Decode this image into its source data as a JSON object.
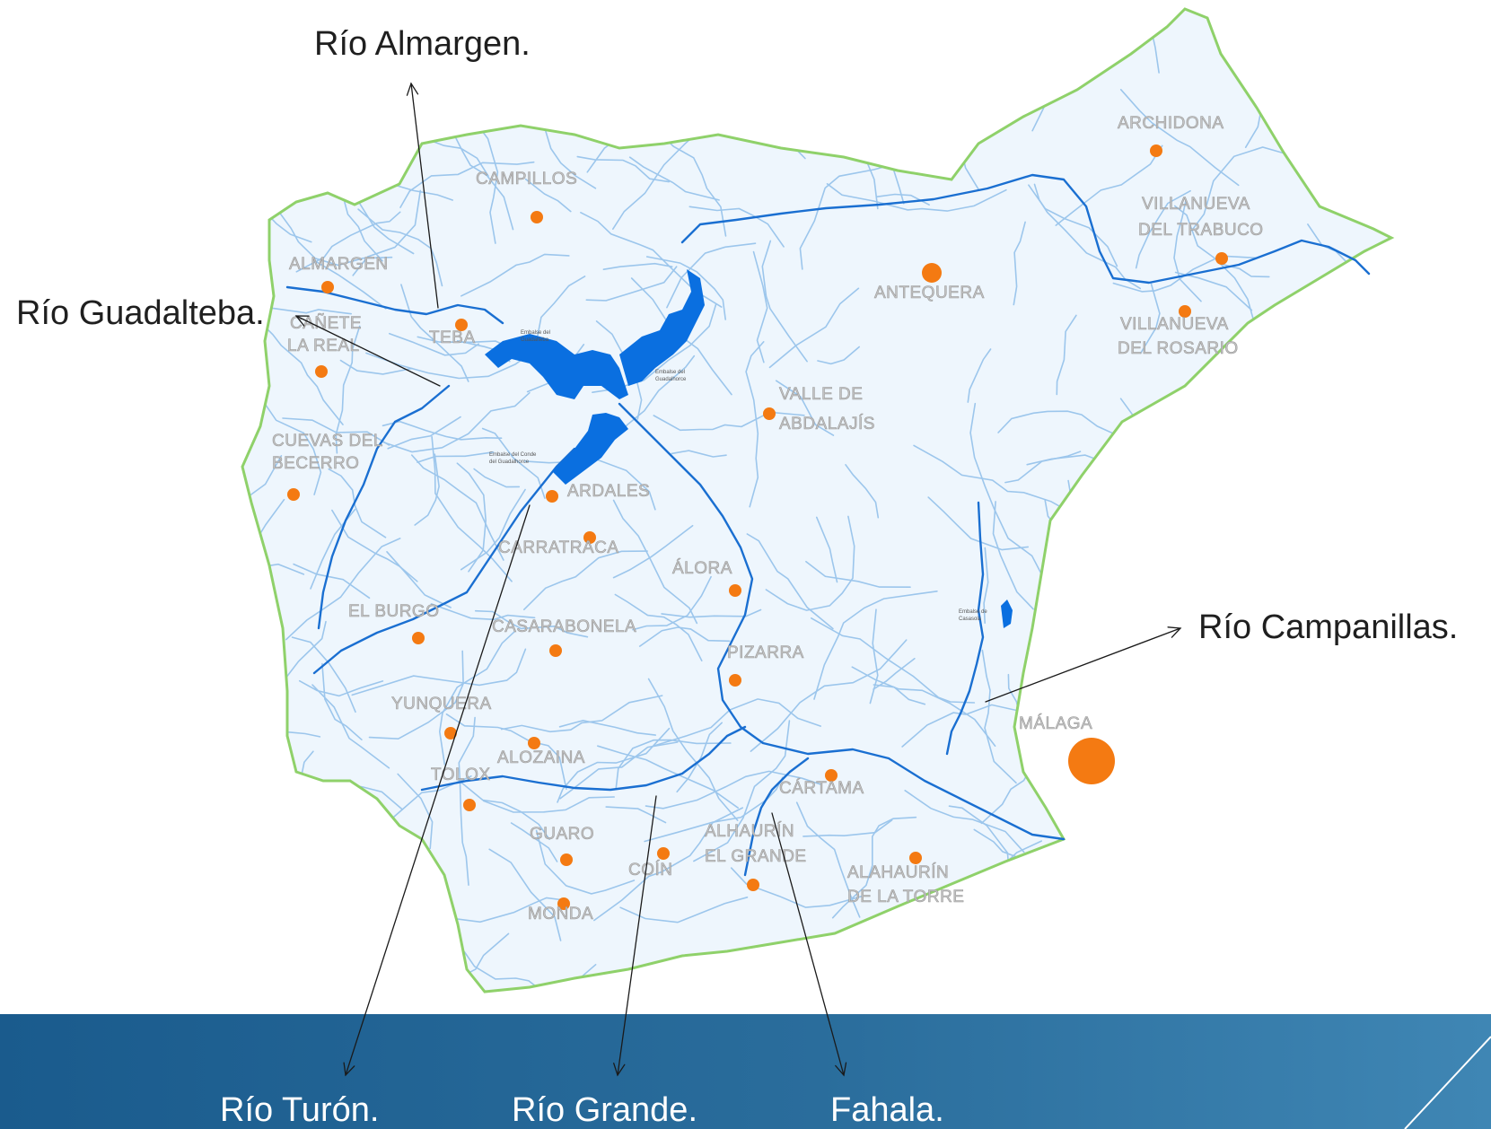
{
  "map": {
    "towns": [
      {
        "name": "CAMPILLOS"
      },
      {
        "name": "ALMARGEN"
      },
      {
        "name": "TEBA"
      },
      {
        "name": "CAÑETE"
      },
      {
        "name": "LA REAL"
      },
      {
        "name": "CUEVAS DEL"
      },
      {
        "name": "BECERRO"
      },
      {
        "name": "ARDALES"
      },
      {
        "name": "CARRATRACA"
      },
      {
        "name": "EL BURGO"
      },
      {
        "name": "CASARABONELA"
      },
      {
        "name": "YUNQUERA"
      },
      {
        "name": "ALOZAINA"
      },
      {
        "name": "TOLOX"
      },
      {
        "name": "GUARO"
      },
      {
        "name": "MONDA"
      },
      {
        "name": "COÍN"
      },
      {
        "name": "ALHAURÍN"
      },
      {
        "name": "EL GRANDE"
      },
      {
        "name": "CÁRTAMA"
      },
      {
        "name": "ALAHAURÍN"
      },
      {
        "name": "DE LA TORRE"
      },
      {
        "name": "PIZARRA"
      },
      {
        "name": "ÁLORA"
      },
      {
        "name": "VALLE DE"
      },
      {
        "name": "ABDALAJÍS"
      },
      {
        "name": "ANTEQUERA"
      },
      {
        "name": "ARCHIDONA"
      },
      {
        "name": "VILLANUEVA"
      },
      {
        "name": "DEL TRABUCO"
      },
      {
        "name": "VILLANUEVA"
      },
      {
        "name": "DEL ROSARIO"
      },
      {
        "name": "MÁLAGA"
      }
    ]
  },
  "callouts": {
    "almargen": "Río Almargen.",
    "guadalteba": "Río Guadalteba.",
    "campanillas": "Río Campanillas.",
    "turon": "Río Turón.",
    "grande": "Río Grande.",
    "fahala": "Fahala."
  },
  "colors": {
    "border": "#8fd16a",
    "river_main": "#1a6fd1",
    "river_minor": "#9cc6ec",
    "reservoir": "#0a6fe0",
    "town_dot": "#f47a12",
    "footer": "#1f6397"
  }
}
